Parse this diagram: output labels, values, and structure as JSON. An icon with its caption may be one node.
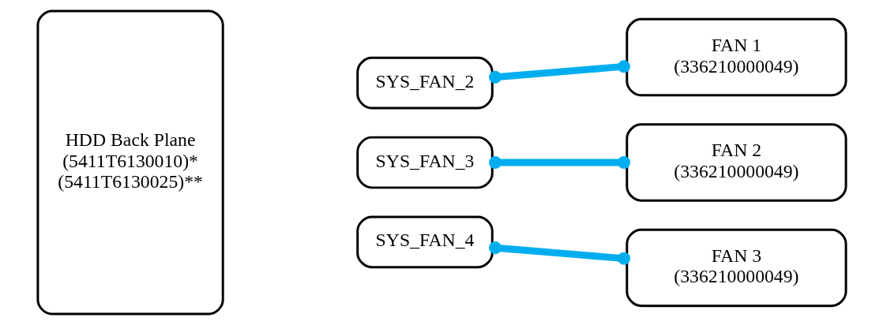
{
  "diagram": {
    "nodes": [
      {
        "text": [
          "HDD Back Plane (5411T6130010)* (5411T6130025)**"
        ]
      },
      {
        "text": [
          "SYS_FAN_2"
        ]
      },
      {
        "text": [
          "SYS_FAN_3"
        ]
      },
      {
        "text": [
          "SYS_FAN_4"
        ]
      },
      {
        "text": [
          "FAN 1 (336210000049)"
        ]
      },
      {
        "text": [
          "FAN 2 (336210000049)"
        ]
      },
      {
        "text": [
          "FAN 3 (336210000049)"
        ]
      }
    ],
    "edges": [
      {
        "from": 1,
        "to": 4,
        "arrow": "other"
      },
      {
        "from": 2,
        "to": 5,
        "arrow": "other"
      },
      {
        "from": 3,
        "to": 6,
        "arrow": "other"
      }
    ]
  }
}
